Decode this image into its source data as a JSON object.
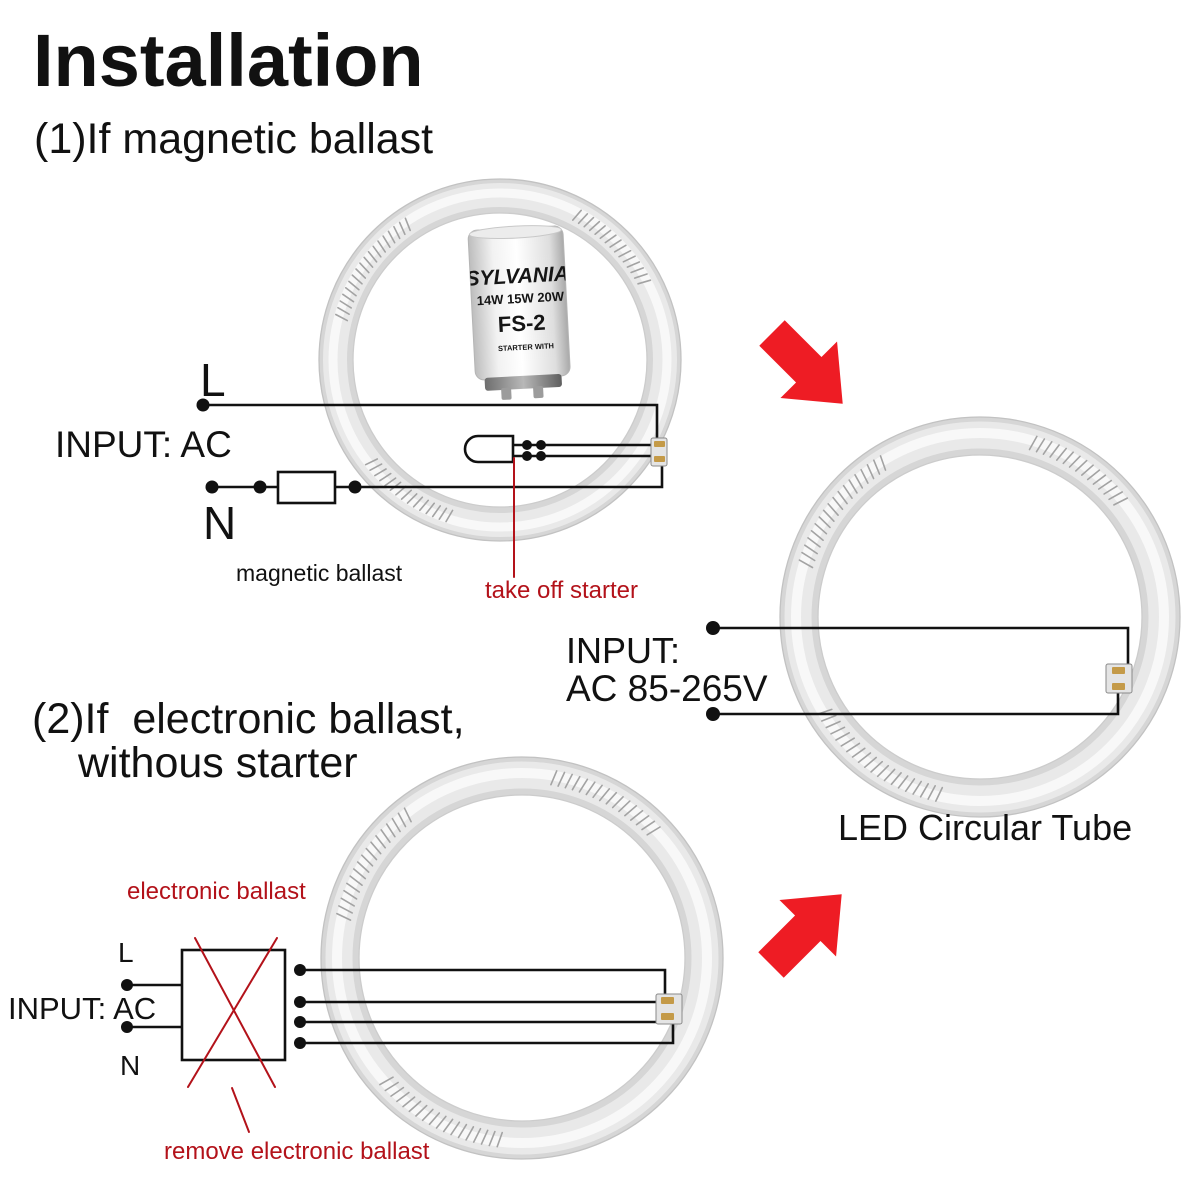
{
  "title": "Installation",
  "section1": {
    "heading": "(1)If magnetic ballast",
    "live_label": "L",
    "input_label": "INPUT: AC",
    "neutral_label": "N",
    "ballast_label": "magnetic ballast",
    "starter_note": "take off starter",
    "starter": {
      "brand": "SYLVANIA",
      "wattage": "14W 15W 20W",
      "model": "FS-2",
      "caption": "STARTER WITH"
    }
  },
  "led_tube": {
    "input_label": "INPUT:",
    "voltage_label": "AC 85-265V",
    "caption": "LED Circular Tube"
  },
  "section2": {
    "heading_line1": "(2)If  electronic ballast,",
    "heading_line2": "withous starter",
    "ballast_label": "electronic ballast",
    "live_label": "L",
    "input_label": "INPUT: AC",
    "neutral_label": "N",
    "remove_note": "remove electronic ballast"
  },
  "colors": {
    "wire": "#111111",
    "annotation": "#b3121a",
    "arrow": "#ee1c24",
    "tube": "#e9e9e9"
  }
}
